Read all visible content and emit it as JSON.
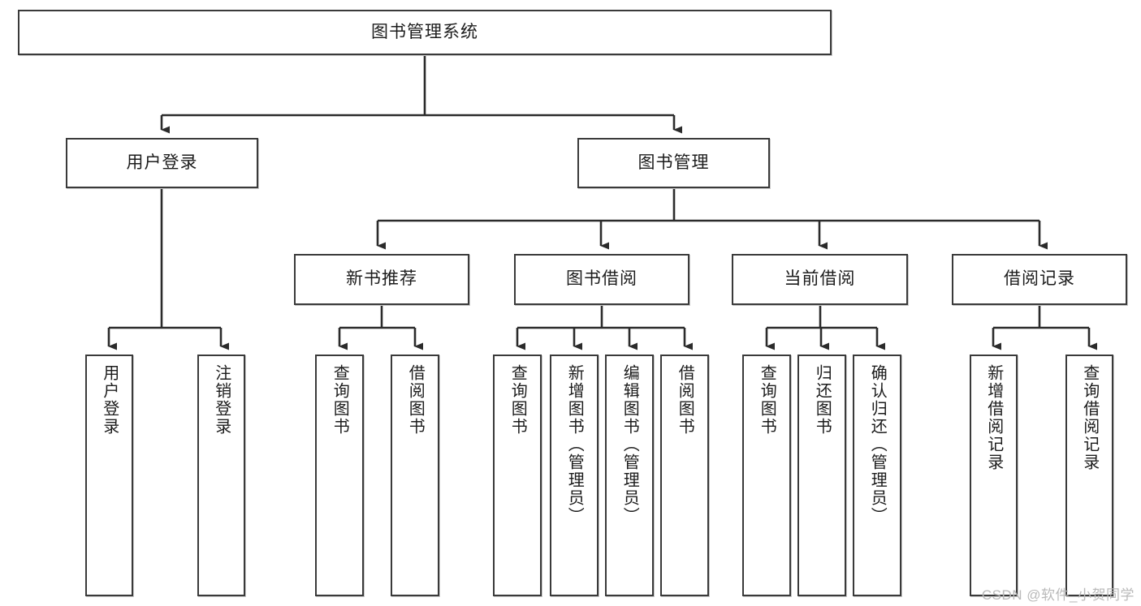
{
  "diagram": {
    "title": "图书管理系统",
    "type": "tree",
    "watermark": "CSDN @软件_小贺同学",
    "colors": {
      "box_border": "#3a3a3a",
      "box_fill": "#ffffff",
      "edge": "#2b2b2b",
      "text": "#1c1c1c",
      "watermark": "#b9b9b9",
      "background": "#ffffff"
    },
    "nodes": {
      "root": {
        "label": "图书管理系统",
        "level": 1
      },
      "l2": [
        {
          "id": "user-login",
          "label": "用户登录"
        },
        {
          "id": "book-manage",
          "label": "图书管理"
        }
      ],
      "l3": [
        {
          "id": "new-book-recommend",
          "label": "新书推荐",
          "parent": "book-manage"
        },
        {
          "id": "book-borrow",
          "label": "图书借阅",
          "parent": "book-manage"
        },
        {
          "id": "current-borrow",
          "label": "当前借阅",
          "parent": "book-manage"
        },
        {
          "id": "borrow-record",
          "label": "借阅记录",
          "parent": "book-manage"
        }
      ],
      "leaves": {
        "user-login": [
          {
            "id": "leaf-user-login",
            "label": "用户登录"
          },
          {
            "id": "leaf-user-logout",
            "label": "注销登录"
          }
        ],
        "new-book-recommend": [
          {
            "id": "leaf-query-book-1",
            "label": "查询图书"
          },
          {
            "id": "leaf-borrow-book-1",
            "label": "借阅图书"
          }
        ],
        "book-borrow": [
          {
            "id": "leaf-query-book-2",
            "label": "查询图书"
          },
          {
            "id": "leaf-add-book",
            "label": "新增图书（管理员）"
          },
          {
            "id": "leaf-edit-book",
            "label": "编辑图书（管理员）"
          },
          {
            "id": "leaf-borrow-book-2",
            "label": "借阅图书"
          }
        ],
        "current-borrow": [
          {
            "id": "leaf-query-book-3",
            "label": "查询图书"
          },
          {
            "id": "leaf-return-book",
            "label": "归还图书"
          },
          {
            "id": "leaf-confirm-return",
            "label": "确认归还（管理员）"
          }
        ],
        "borrow-record": [
          {
            "id": "leaf-add-record",
            "label": "新增借阅记录"
          },
          {
            "id": "leaf-query-record",
            "label": "查询借阅记录"
          }
        ]
      }
    }
  }
}
